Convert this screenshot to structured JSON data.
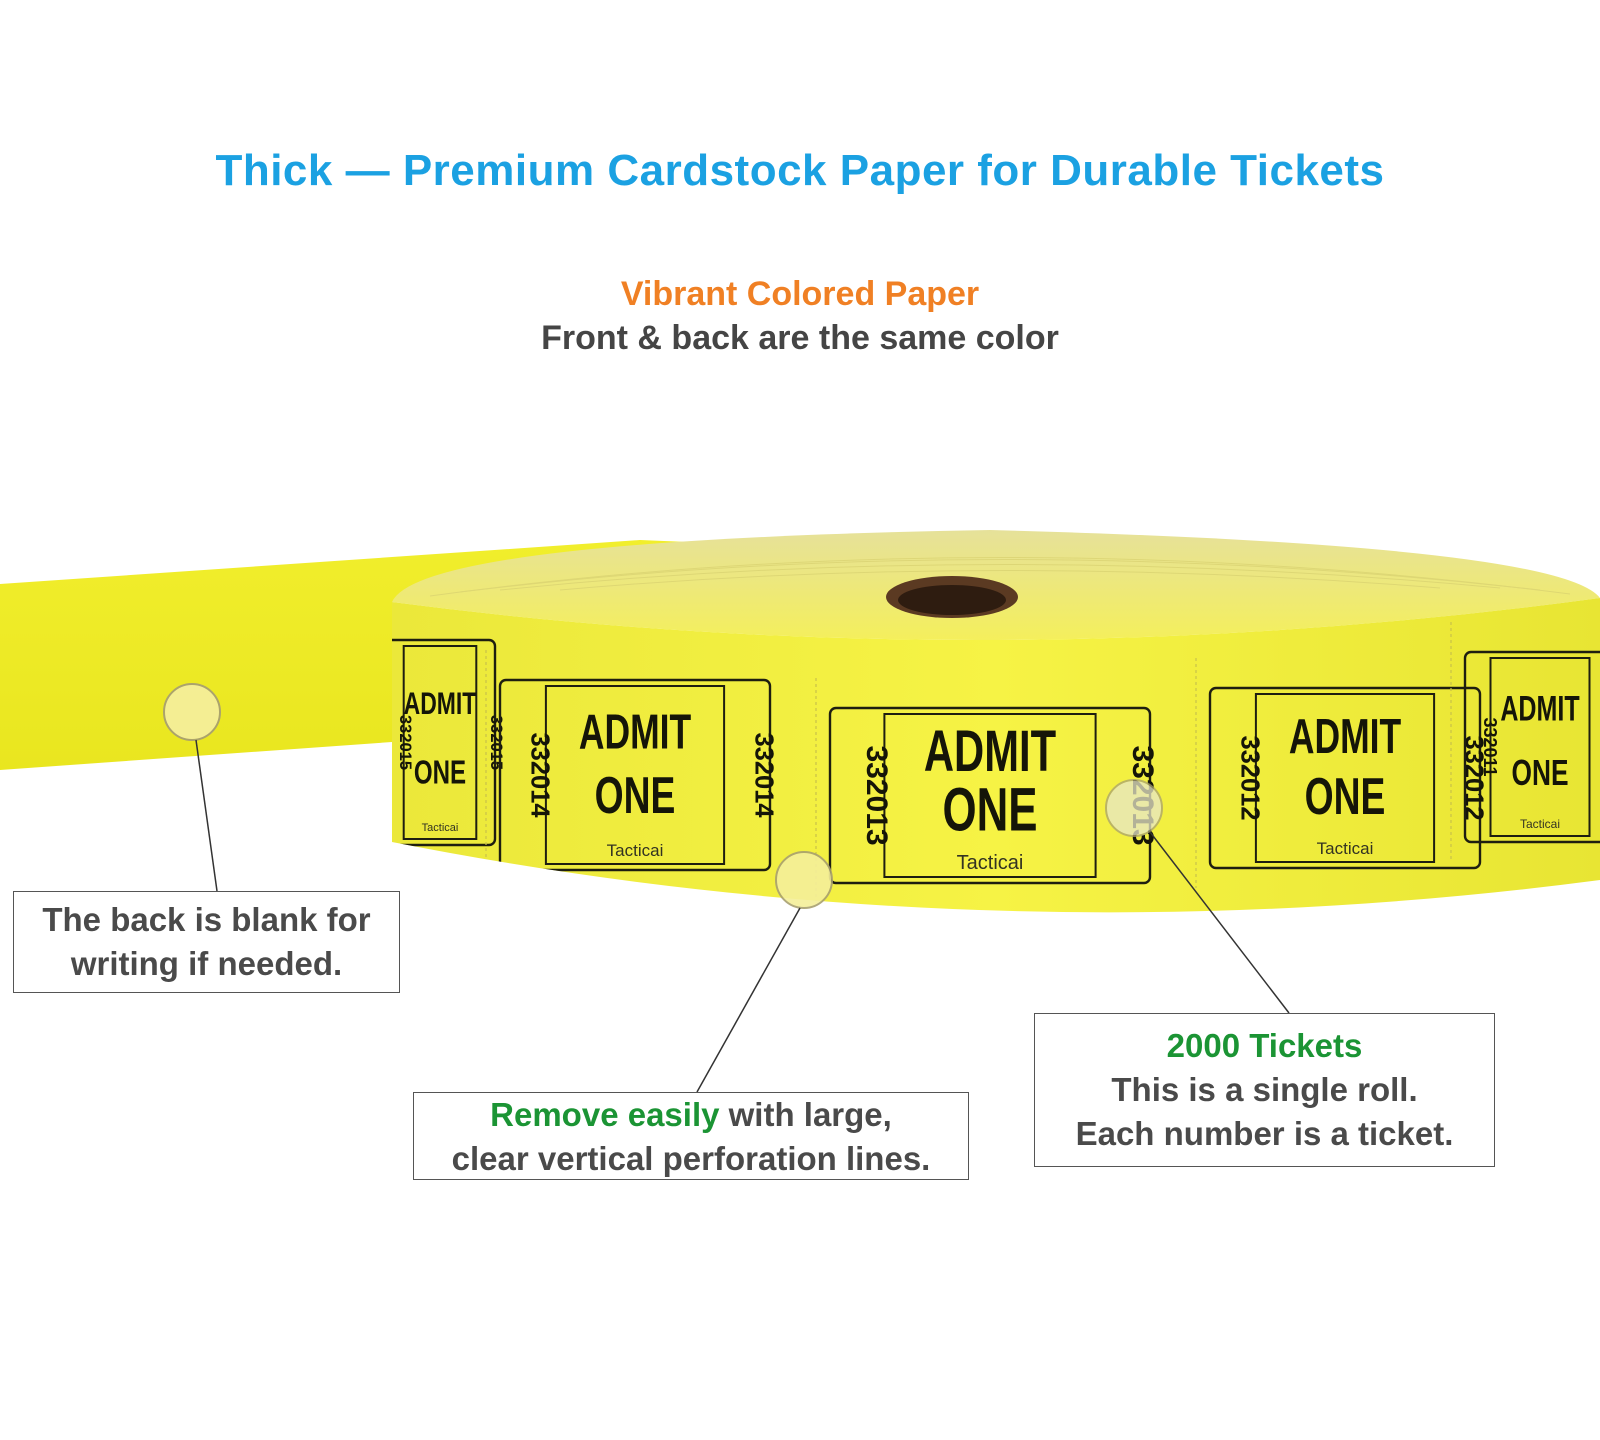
{
  "headline": "Thick — Premium Cardstock Paper for Durable Tickets",
  "subheading": {
    "accent": "Vibrant Colored Paper",
    "text": "Front & back are the same color"
  },
  "tickets": [
    {
      "number": "332015",
      "admit": "ADMIT",
      "one": "ONE",
      "brand": "Tacticai"
    },
    {
      "number": "332014",
      "admit": "ADMIT",
      "one": "ONE",
      "brand": "Tacticai"
    },
    {
      "number": "332013",
      "admit": "ADMIT",
      "one": "ONE",
      "brand": "Tacticai"
    },
    {
      "number": "332012",
      "admit": "ADMIT",
      "one": "ONE",
      "brand": "Tacticai"
    },
    {
      "number": "332011",
      "admit": "ADMIT",
      "one": "ONE",
      "brand": "Tacticai"
    }
  ],
  "callouts": {
    "back": {
      "line1": "The back is blank for",
      "line2": "writing if needed."
    },
    "remove": {
      "highlight": "Remove easily",
      "line1_rest": " with large,",
      "line2": "clear vertical perforation lines."
    },
    "count": {
      "highlight": "2000 Tickets",
      "line1": "This is a single roll.",
      "line2": "Each number is a ticket."
    }
  },
  "colors": {
    "title": "#1ba1e2",
    "accent": "#f08024",
    "highlight": "#1b9434",
    "ticket_paper": "#f2ee3a",
    "text": "#454545"
  }
}
